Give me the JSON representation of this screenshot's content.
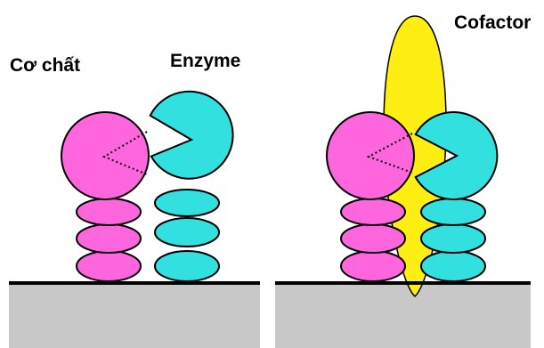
{
  "labels": {
    "substrate": "Cơ chất",
    "enzyme": "Enzyme",
    "cofactor": "Cofactor"
  },
  "colors": {
    "substrate": "#ff66dd",
    "enzyme": "#33e0e0",
    "cofactor": "#ffee11",
    "surface": "#c8c8c8",
    "outline": "#000000"
  }
}
